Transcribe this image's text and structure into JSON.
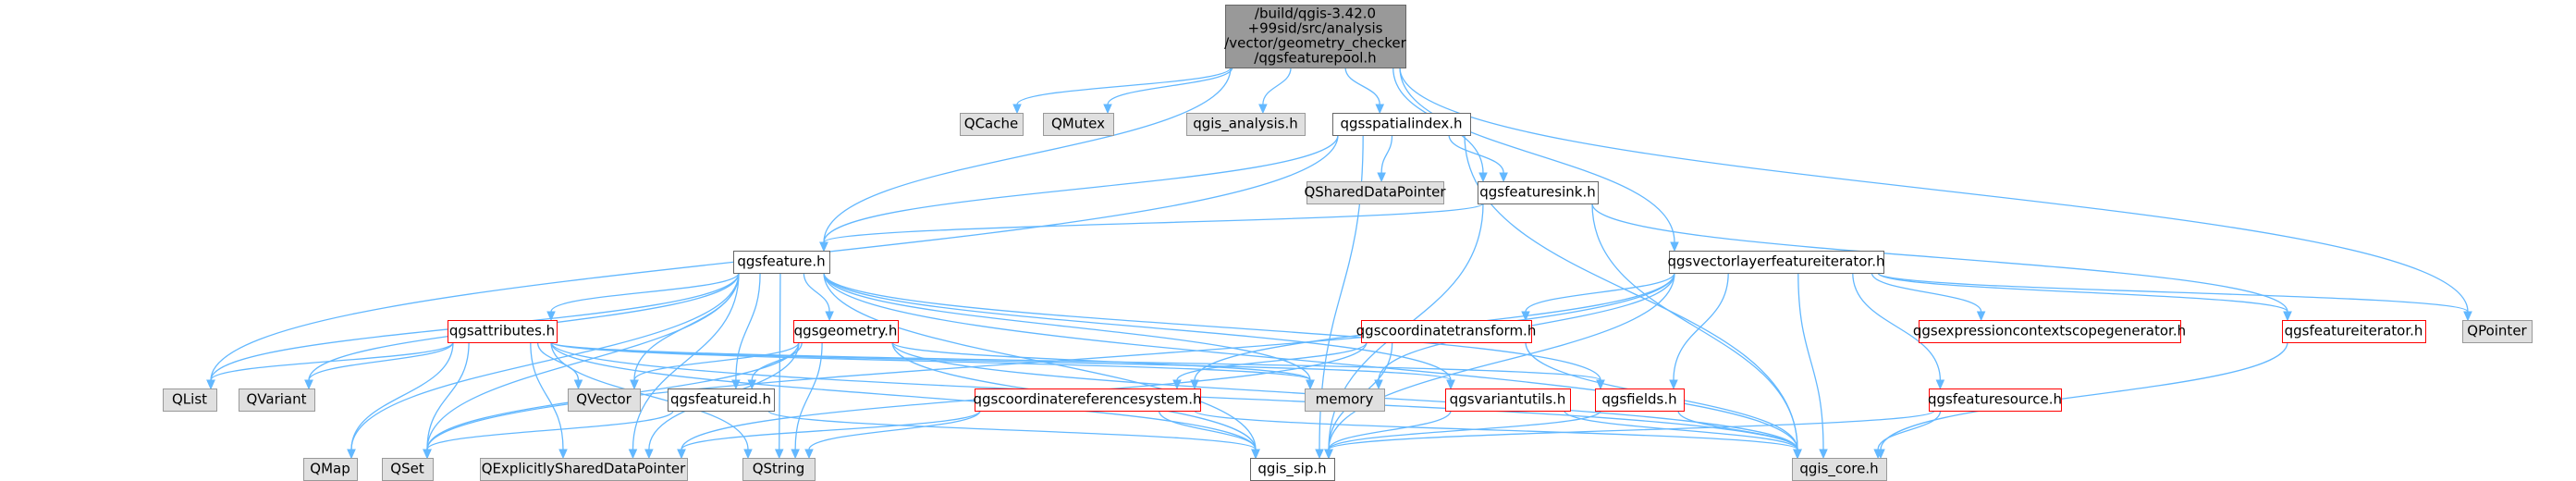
{
  "colors": {
    "root_fill": "#999999",
    "root_border": "#666666",
    "file_fill": "#ffffff",
    "file_border": "#666666",
    "red_border": "#ff0000",
    "system_fill": "#e0e0e0",
    "system_border": "#999999",
    "edge": "#63b8ff"
  },
  "nodes": [
    {
      "id": "root",
      "kind": "root",
      "lines": [
        "/build/qgis-3.42.0",
        "+99sid/src/analysis",
        "/vector/geometry_checker",
        "/qgsfeaturepool.h"
      ]
    },
    {
      "id": "QCache",
      "kind": "system",
      "lines": [
        "QCache"
      ]
    },
    {
      "id": "QMutex",
      "kind": "system",
      "lines": [
        "QMutex"
      ]
    },
    {
      "id": "qgis_analysis",
      "kind": "system",
      "lines": [
        "qgis_analysis.h"
      ]
    },
    {
      "id": "qgsspatialindex",
      "kind": "file",
      "lines": [
        "qgsspatialindex.h"
      ]
    },
    {
      "id": "QSharedDataPointer",
      "kind": "system",
      "lines": [
        "QSharedDataPointer"
      ]
    },
    {
      "id": "qgsfeaturesink",
      "kind": "file",
      "lines": [
        "qgsfeaturesink.h"
      ]
    },
    {
      "id": "qgsfeature",
      "kind": "file",
      "lines": [
        "qgsfeature.h"
      ]
    },
    {
      "id": "qgsvectorlayerfeatureiterator",
      "kind": "file",
      "lines": [
        "qgsvectorlayerfeatureiterator.h"
      ]
    },
    {
      "id": "qgsattributes",
      "kind": "red",
      "lines": [
        "qgsattributes.h"
      ]
    },
    {
      "id": "qgsgeometry",
      "kind": "red",
      "lines": [
        "qgsgeometry.h"
      ]
    },
    {
      "id": "qgscoordinatetransform",
      "kind": "red",
      "lines": [
        "qgscoordinatetransform.h"
      ]
    },
    {
      "id": "qgsexpressioncontextscopegenerator",
      "kind": "red",
      "lines": [
        "qgsexpressioncontextscopegenerator.h"
      ]
    },
    {
      "id": "qgsfeatureiterator",
      "kind": "red",
      "lines": [
        "qgsfeatureiterator.h"
      ]
    },
    {
      "id": "QPointer",
      "kind": "system",
      "lines": [
        "QPointer"
      ]
    },
    {
      "id": "QList",
      "kind": "system",
      "lines": [
        "QList"
      ]
    },
    {
      "id": "QVariant",
      "kind": "system",
      "lines": [
        "QVariant"
      ]
    },
    {
      "id": "QVector",
      "kind": "system",
      "lines": [
        "QVector"
      ]
    },
    {
      "id": "qgsfeatureid",
      "kind": "file",
      "lines": [
        "qgsfeatureid.h"
      ]
    },
    {
      "id": "qgscoordinatereferencesystem",
      "kind": "red",
      "lines": [
        "qgscoordinatereferencesystem.h"
      ]
    },
    {
      "id": "memory",
      "kind": "system",
      "lines": [
        "memory"
      ]
    },
    {
      "id": "qgsvariantutils",
      "kind": "red",
      "lines": [
        "qgsvariantutils.h"
      ]
    },
    {
      "id": "qgsfields",
      "kind": "red",
      "lines": [
        "qgsfields.h"
      ]
    },
    {
      "id": "qgsfeaturesource",
      "kind": "red",
      "lines": [
        "qgsfeaturesource.h"
      ]
    },
    {
      "id": "QMap",
      "kind": "system",
      "lines": [
        "QMap"
      ]
    },
    {
      "id": "QSet",
      "kind": "system",
      "lines": [
        "QSet"
      ]
    },
    {
      "id": "QExplicitlySharedDataPointer",
      "kind": "system",
      "lines": [
        "QExplicitlySharedDataPointer"
      ]
    },
    {
      "id": "QString",
      "kind": "system",
      "lines": [
        "QString"
      ]
    },
    {
      "id": "qgis_sip",
      "kind": "file",
      "lines": [
        "qgis_sip.h"
      ]
    },
    {
      "id": "qgis_core",
      "kind": "system",
      "lines": [
        "qgis_core.h"
      ]
    }
  ],
  "edges": [
    [
      "root",
      "QCache"
    ],
    [
      "root",
      "QMutex"
    ],
    [
      "root",
      "qgis_analysis"
    ],
    [
      "root",
      "qgsspatialindex"
    ],
    [
      "root",
      "qgsfeaturesink"
    ],
    [
      "root",
      "qgsfeature"
    ],
    [
      "root",
      "qgsvectorlayerfeatureiterator"
    ],
    [
      "root",
      "QPointer"
    ],
    [
      "qgsspatialindex",
      "QSharedDataPointer"
    ],
    [
      "qgsspatialindex",
      "qgsfeaturesink"
    ],
    [
      "qgsspatialindex",
      "qgsfeature"
    ],
    [
      "qgsspatialindex",
      "QList"
    ],
    [
      "qgsspatialindex",
      "qgis_sip"
    ],
    [
      "qgsspatialindex",
      "qgis_core"
    ],
    [
      "qgsfeaturesink",
      "qgsfeature"
    ],
    [
      "qgsfeaturesink",
      "qgsfeatureiterator"
    ],
    [
      "qgsfeaturesink",
      "qgis_sip"
    ],
    [
      "qgsfeaturesink",
      "qgis_core"
    ],
    [
      "qgsfeature",
      "qgsattributes"
    ],
    [
      "qgsfeature",
      "qgsgeometry"
    ],
    [
      "qgsfeature",
      "qgsfeatureid"
    ],
    [
      "qgsfeature",
      "qgsfields"
    ],
    [
      "qgsfeature",
      "qgsvariantutils"
    ],
    [
      "qgsfeature",
      "QList"
    ],
    [
      "qgsfeature",
      "QVariant"
    ],
    [
      "qgsfeature",
      "QVector"
    ],
    [
      "qgsfeature",
      "QMap"
    ],
    [
      "qgsfeature",
      "QSet"
    ],
    [
      "qgsfeature",
      "QExplicitlySharedDataPointer"
    ],
    [
      "qgsfeature",
      "QString"
    ],
    [
      "qgsfeature",
      "memory"
    ],
    [
      "qgsfeature",
      "qgis_sip"
    ],
    [
      "qgsfeature",
      "qgis_core"
    ],
    [
      "qgsvectorlayerfeatureiterator",
      "qgscoordinatetransform"
    ],
    [
      "qgsvectorlayerfeatureiterator",
      "qgsexpressioncontextscopegenerator"
    ],
    [
      "qgsvectorlayerfeatureiterator",
      "qgsfeatureiterator"
    ],
    [
      "qgsvectorlayerfeatureiterator",
      "qgsfeaturesource"
    ],
    [
      "qgsvectorlayerfeatureiterator",
      "qgsfields"
    ],
    [
      "qgsvectorlayerfeatureiterator",
      "qgscoordinatereferencesystem"
    ],
    [
      "qgsvectorlayerfeatureiterator",
      "memory"
    ],
    [
      "qgsvectorlayerfeatureiterator",
      "QPointer"
    ],
    [
      "qgsvectorlayerfeatureiterator",
      "QSet"
    ],
    [
      "qgsvectorlayerfeatureiterator",
      "qgis_sip"
    ],
    [
      "qgsvectorlayerfeatureiterator",
      "qgis_core"
    ],
    [
      "qgsattributes",
      "QList"
    ],
    [
      "qgsattributes",
      "QVariant"
    ],
    [
      "qgsattributes",
      "QVector"
    ],
    [
      "qgsattributes",
      "QMap"
    ],
    [
      "qgsattributes",
      "QSet"
    ],
    [
      "qgsattributes",
      "QExplicitlySharedDataPointer"
    ],
    [
      "qgsattributes",
      "QString"
    ],
    [
      "qgsattributes",
      "qgsfields"
    ],
    [
      "qgsattributes",
      "qgsvariantutils"
    ],
    [
      "qgsattributes",
      "memory"
    ],
    [
      "qgsattributes",
      "qgis_sip"
    ],
    [
      "qgsattributes",
      "qgis_core"
    ],
    [
      "qgsgeometry",
      "QVector"
    ],
    [
      "qgsgeometry",
      "qgsfeatureid"
    ],
    [
      "qgsgeometry",
      "QSet"
    ],
    [
      "qgsgeometry",
      "QString"
    ],
    [
      "qgsgeometry",
      "QExplicitlySharedDataPointer"
    ],
    [
      "qgsgeometry",
      "memory"
    ],
    [
      "qgsgeometry",
      "qgis_sip"
    ],
    [
      "qgsgeometry",
      "qgis_core"
    ],
    [
      "qgscoordinatetransform",
      "qgscoordinatereferencesystem"
    ],
    [
      "qgscoordinatetransform",
      "QExplicitlySharedDataPointer"
    ],
    [
      "qgscoordinatetransform",
      "qgis_sip"
    ],
    [
      "qgscoordinatetransform",
      "qgis_core"
    ],
    [
      "qgsfeatureiterator",
      "qgis_core"
    ],
    [
      "qgsfeatureid",
      "QSet"
    ],
    [
      "qgsfeatureid",
      "qgis_sip"
    ],
    [
      "qgscoordinatereferencesystem",
      "QString"
    ],
    [
      "qgscoordinatereferencesystem",
      "QExplicitlySharedDataPointer"
    ],
    [
      "qgscoordinatereferencesystem",
      "qgis_sip"
    ],
    [
      "qgscoordinatereferencesystem",
      "qgis_core"
    ],
    [
      "qgsvariantutils",
      "qgis_sip"
    ],
    [
      "qgsvariantutils",
      "qgis_core"
    ],
    [
      "qgsfields",
      "qgis_core"
    ],
    [
      "qgsfields",
      "qgis_sip"
    ],
    [
      "qgsfeaturesource",
      "qgis_core"
    ],
    [
      "qgsfeaturesource",
      "qgis_sip"
    ]
  ]
}
